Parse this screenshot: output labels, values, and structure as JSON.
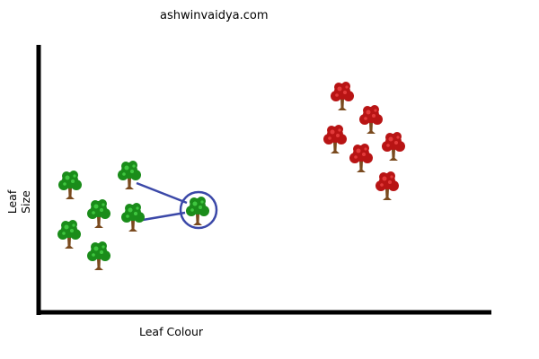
{
  "watermark": "ashwinvaidya.com",
  "x_axis_label": "Leaf Colour",
  "y_axis_label": "Leaf Size",
  "colors": {
    "axis": "#000000",
    "connector": "#3b48a8",
    "green_canopy": "#1a8c1a",
    "green_highlight": "#3fc63f",
    "red_canopy": "#b81414",
    "red_highlight": "#e23a3a",
    "trunk": "#7a4a1e"
  },
  "icons": {
    "green_tree": "green-tree-icon",
    "red_tree": "red-tree-icon"
  },
  "green_tree_count": 7,
  "red_tree_count": 6,
  "query_tree_count": 1,
  "nearest_neighbor_links": 2
}
